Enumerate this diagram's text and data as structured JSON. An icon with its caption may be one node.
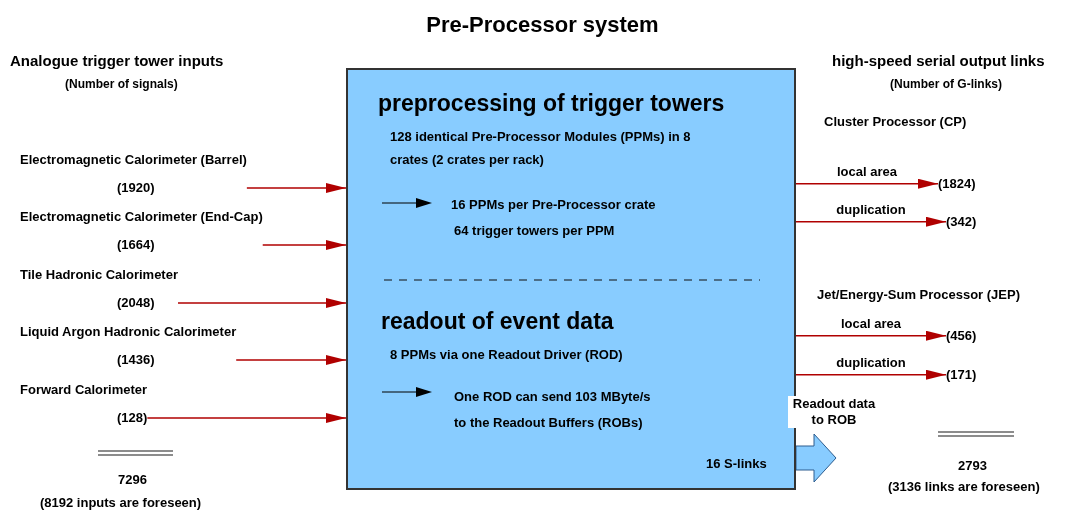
{
  "diagram": {
    "title": "Pre-Processor system",
    "nodes": [
      {
        "text": [
          "preprocessing of trigger towers",
          "128 identical Pre-Processor Modules (PPMs) in 8 crates (2 crates per rack)",
          "16 PPMs per Pre-Processor crate",
          "64 trigger towers per PPM",
          "readout of event data",
          "8 PPMs via one Readout Driver (ROD)",
          "One ROD can send 103 MByte/s to the Readout Buffers (ROBs)",
          "16 S-links"
        ]
      },
      {
        "text": [
          "Electromagnetic Calorimeter (Barrel)",
          "(1920)"
        ]
      },
      {
        "text": [
          "Electromagnetic Calorimeter (End-Cap)",
          "(1664)"
        ]
      },
      {
        "text": [
          "Tile Hadronic Calorimeter",
          "(2048)"
        ]
      },
      {
        "text": [
          "Liquid Argon Hadronic Calorimeter",
          "(1436)"
        ]
      },
      {
        "text": [
          "Forward Calorimeter",
          "(128)"
        ]
      },
      {
        "text": [
          "(1824)"
        ]
      },
      {
        "text": [
          "(342)"
        ]
      },
      {
        "text": [
          "(456)"
        ]
      },
      {
        "text": [
          "(171)"
        ]
      }
    ],
    "edges": [
      {
        "from": 1,
        "to": 0,
        "arrow": "to"
      },
      {
        "from": 2,
        "to": 0,
        "arrow": "to"
      },
      {
        "from": 3,
        "to": 0,
        "arrow": "to"
      },
      {
        "from": 4,
        "to": 0,
        "arrow": "to"
      },
      {
        "from": 5,
        "to": 0,
        "arrow": "to"
      },
      {
        "from": 0,
        "to": 6,
        "arrow": "to",
        "label": "local area"
      },
      {
        "from": 0,
        "to": 7,
        "arrow": "to",
        "label": "duplication"
      },
      {
        "from": 0,
        "to": 8,
        "arrow": "to",
        "label": "local area"
      },
      {
        "from": 0,
        "to": 9,
        "arrow": "to",
        "label": "duplication"
      },
      {
        "from": 0,
        "to": null,
        "arrow": "to",
        "label": "Readout data to ROB",
        "style": "thick",
        "color": "#88ccff"
      }
    ],
    "labels": [
      "Analogue trigger tower inputs",
      "(Number of signals)",
      "high-speed serial output links",
      "(Number of G-links)",
      "Cluster Processor (CP)",
      "Jet/Energy-Sum Processor (JEP)",
      "7296",
      "(8192 inputs are foreseen)",
      "2793",
      "(3136 links are foreseen)"
    ]
  }
}
